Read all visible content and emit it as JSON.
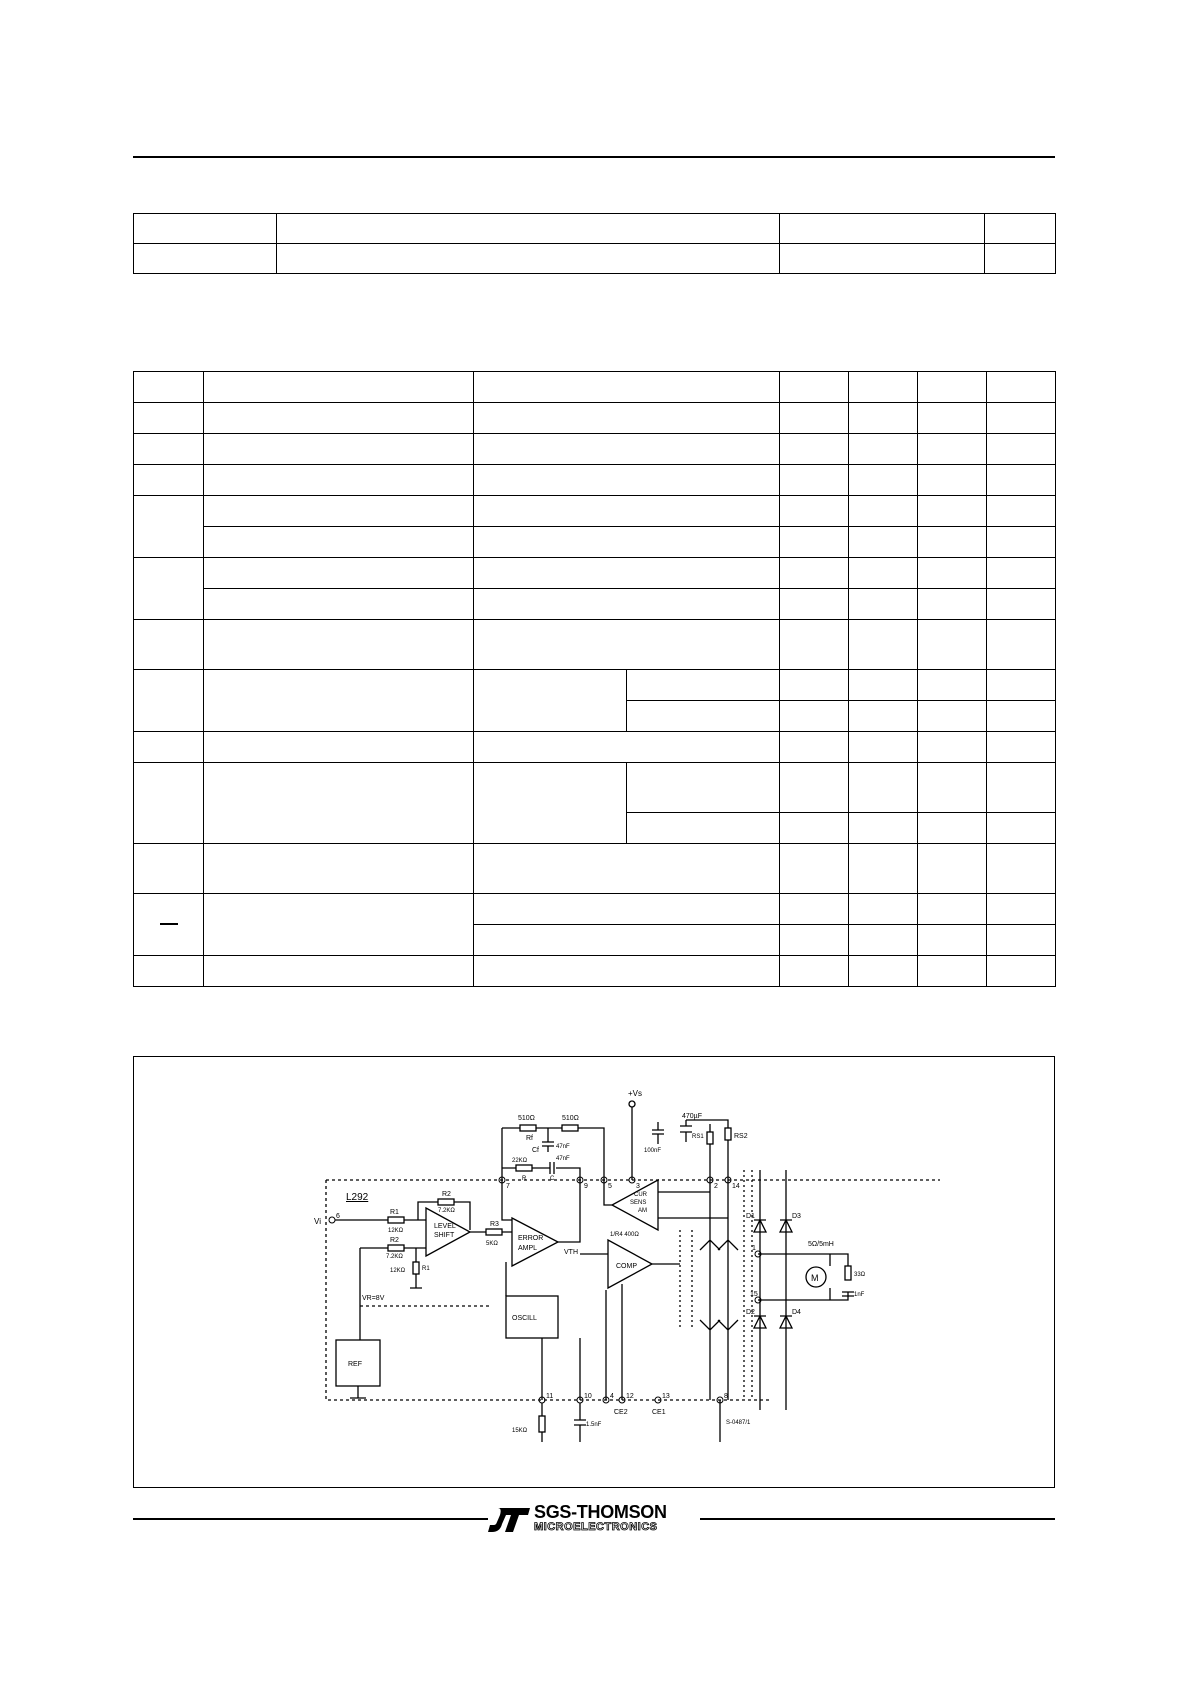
{
  "figure": {
    "chip_label": "L292",
    "supply_label": "+Vs",
    "components": {
      "r_510_a": "510Ω",
      "r_510_b": "510Ω",
      "rf_label": "Rf",
      "cf_label": "Cf",
      "c_47nf_a": "47nF",
      "r_22k": "22KΩ",
      "c_47nf_b": "47nF",
      "r_label": "R",
      "c_label": "C",
      "c_100nf": "100nF",
      "c_470uf": "470µF",
      "rs1": "RS1",
      "rs2": "RS2",
      "r2_top": "R2",
      "r2_top_val": "7.2KΩ",
      "r1": "R1",
      "r1_val": "12KΩ",
      "r2_bot": "R2",
      "r2_bot_val": "7.2KΩ",
      "r1_bot": "R1",
      "r1_bot_val": "12KΩ",
      "r3": "R3",
      "r3_val": "5KΩ",
      "vi_label": "Vi",
      "vr_label": "VR=8V",
      "vth_label": "VTH",
      "r4_label": "1/R4 400Ω",
      "r_15k": "15KΩ",
      "c_15nf": "1.5nF",
      "motor_rl": "5Ω/5mH",
      "r_33": "33Ω",
      "c_1nf": "1nF",
      "drawing_code": "S-0487/1"
    },
    "blocks": {
      "level_shift": [
        "LEVEL",
        "SHIFT"
      ],
      "error_amp": [
        "ERROR",
        "AMPL"
      ],
      "cur_sens": [
        "CUR",
        "SENS",
        "AM"
      ],
      "comp": "COMP",
      "oscill": "OSCILL",
      "ref": "REF",
      "motor": "M"
    },
    "pins": [
      "6",
      "7",
      "9",
      "5",
      "3",
      "2",
      "14",
      "11",
      "10",
      "4",
      "12",
      "13",
      "8",
      "1",
      "15"
    ],
    "pin_labels": {
      "ce2": "CE2",
      "ce1": "CE1"
    },
    "diodes": [
      "D1",
      "D3",
      "D2",
      "D4"
    ]
  },
  "footer": {
    "brand": "SGS-THOMSON",
    "sub": "MICROELECTRONICS"
  }
}
